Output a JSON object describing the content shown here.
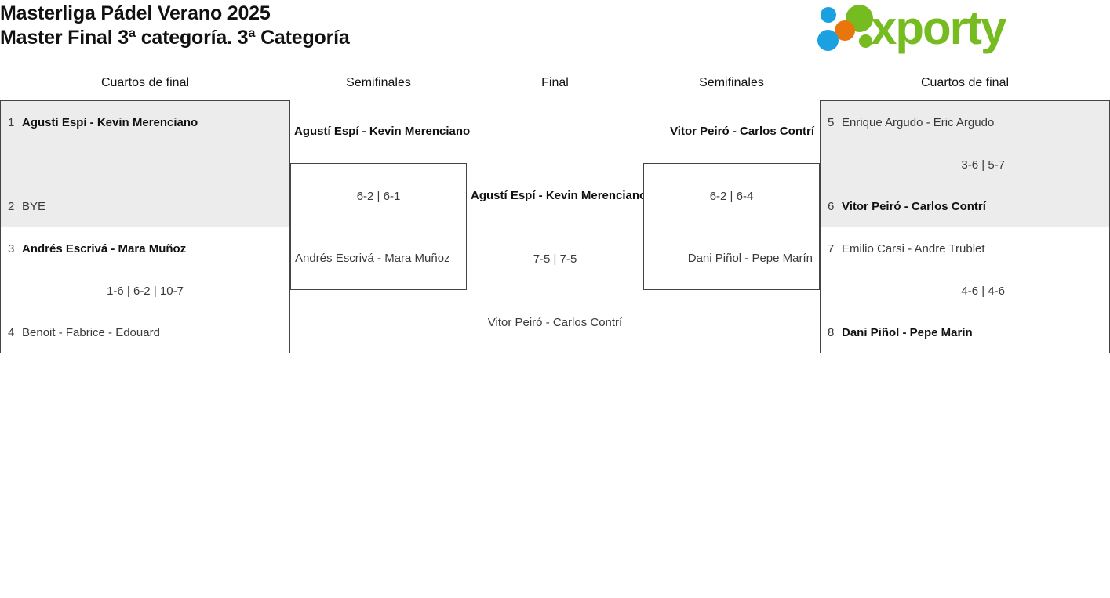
{
  "header": {
    "title_line1": "Masterliga Pádel Verano 2025",
    "title_line2": "Master Final 3ª categoría. 3ª Categoría",
    "logo_text": "xporty",
    "logo_colors": {
      "green": "#76bc21",
      "blue": "#1ba0e2",
      "orange": "#e8760d"
    }
  },
  "columns": {
    "qf_left": "Cuartos de final",
    "sf_left": "Semifinales",
    "final": "Final",
    "sf_right": "Semifinales",
    "qf_right": "Cuartos de final"
  },
  "matches": {
    "qf1": {
      "shaded": true,
      "p1": {
        "seed": "1",
        "name": "Agustí Espí - Kevin Merenciano",
        "winner": true
      },
      "p2": {
        "seed": "2",
        "name": "BYE",
        "winner": false
      },
      "score": ""
    },
    "qf2": {
      "shaded": false,
      "p1": {
        "seed": "3",
        "name": "Andrés Escrivá - Mara Muñoz",
        "winner": true
      },
      "p2": {
        "seed": "4",
        "name": "Benoit - Fabrice - Edouard",
        "winner": false
      },
      "score": "1-6 | 6-2 | 10-7"
    },
    "qf3": {
      "shaded": true,
      "p1": {
        "seed": "5",
        "name": "Enrique Argudo - Eric Argudo",
        "winner": false
      },
      "p2": {
        "seed": "6",
        "name": "Vitor Peiró - Carlos Contrí",
        "winner": true
      },
      "score": "3-6 | 5-7"
    },
    "qf4": {
      "shaded": false,
      "p1": {
        "seed": "7",
        "name": "Emilio Carsi - Andre Trublet",
        "winner": false
      },
      "p2": {
        "seed": "8",
        "name": "Dani Piñol - Pepe Marín",
        "winner": true
      },
      "score": "4-6 | 4-6"
    },
    "sf_left": {
      "p1": {
        "name": "Agustí Espí - Kevin Merenciano",
        "winner": true
      },
      "p2": {
        "name": "Andrés Escrivá - Mara Muñoz",
        "winner": false
      },
      "score": "6-2 | 6-1"
    },
    "sf_right": {
      "p1": {
        "name": "Vitor Peiró - Carlos Contrí",
        "winner": true
      },
      "p2": {
        "name": "Dani Piñol - Pepe Marín",
        "winner": false
      },
      "score": "6-2 | 6-4"
    },
    "final": {
      "p1": {
        "name": "Agustí Espí - Kevin Merenciano",
        "winner": true
      },
      "p2": {
        "name": "Vitor Peiró - Carlos Contrí",
        "winner": false
      },
      "score": "7-5 | 7-5"
    }
  }
}
